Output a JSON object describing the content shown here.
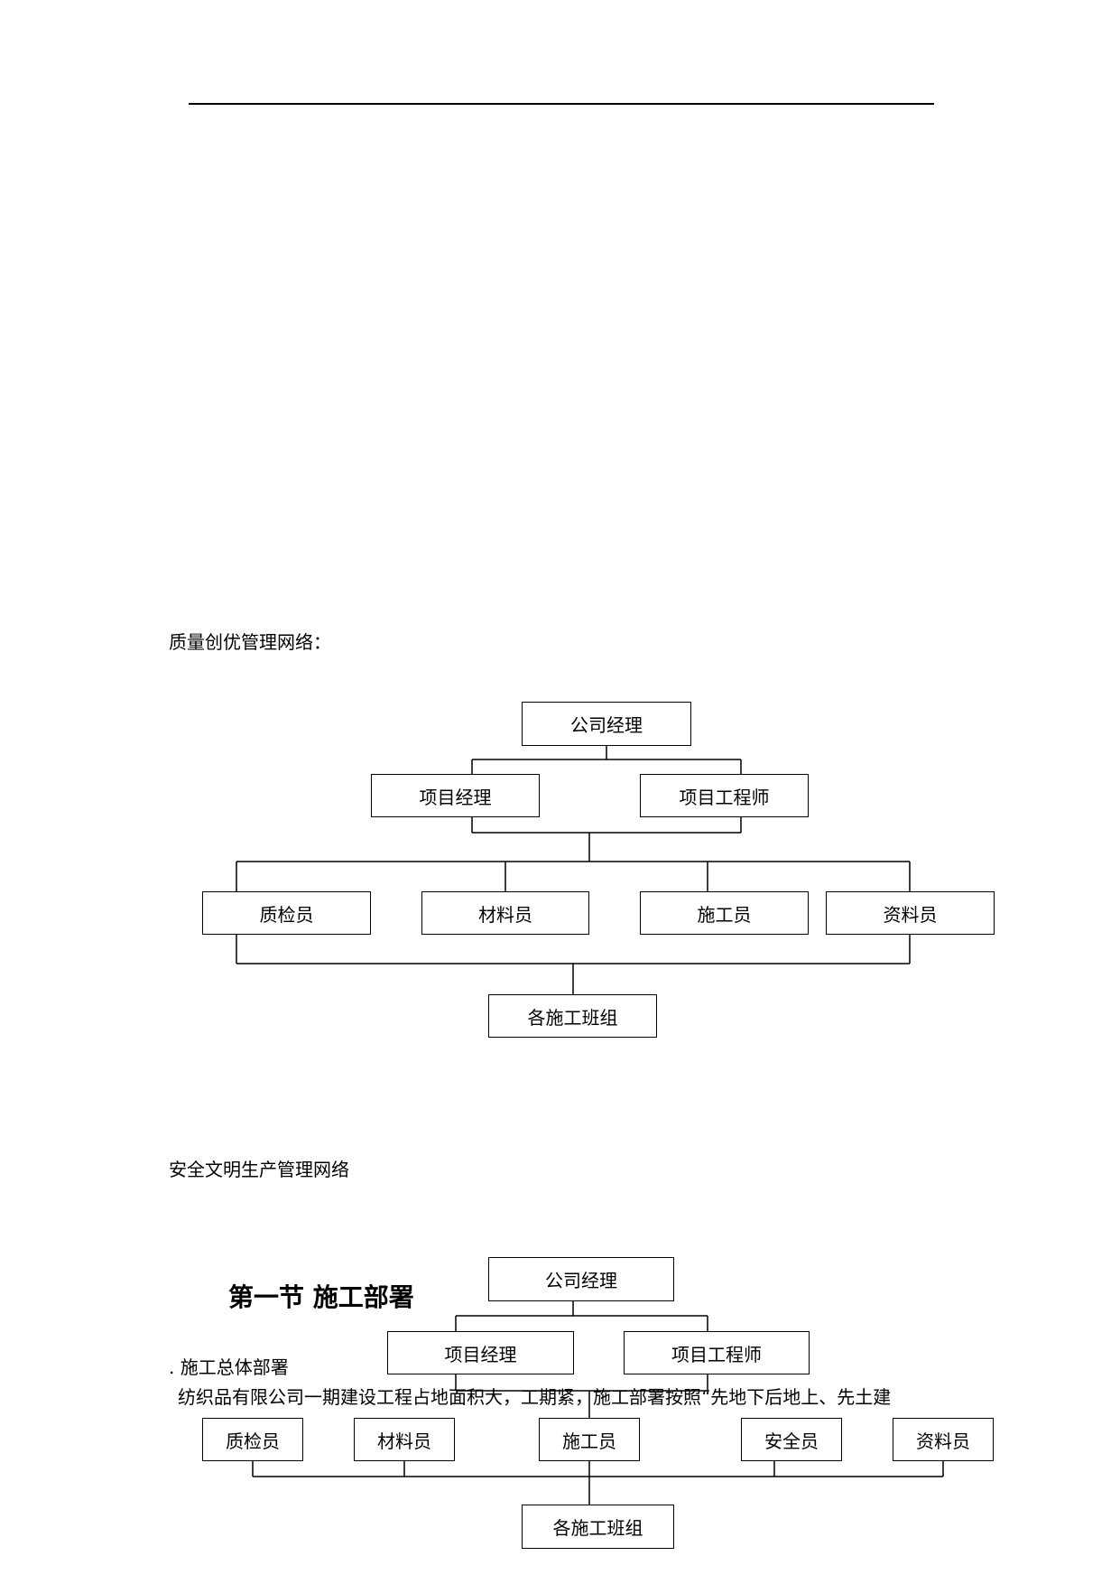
{
  "headings": {
    "quality_network": "质量创优管理网络：",
    "safety_network": "安全文明生产管理网络",
    "section_title": "第一节 施工部署",
    "subsection": ". 施工总体部署",
    "body_text": "纺织品有限公司一期建设工程占地面积大，工期紧，施工部署按照“先地下后地上、先土建"
  },
  "quality_chart": {
    "company_manager": "公司经理",
    "project_manager": "项目经理",
    "project_engineer": "项目工程师",
    "quality_inspector": "质检员",
    "material_officer": "材料员",
    "construction_officer": "施工员",
    "document_officer": "资料员",
    "work_teams": "各施工班组"
  },
  "safety_chart": {
    "company_manager": "公司经理",
    "project_manager": "项目经理",
    "project_engineer": "项目工程师",
    "quality_inspector": "质检员",
    "material_officer": "材料员",
    "construction_officer": "施工员",
    "safety_officer": "安全员",
    "document_officer": "资料员",
    "work_teams": "各施工班组"
  }
}
